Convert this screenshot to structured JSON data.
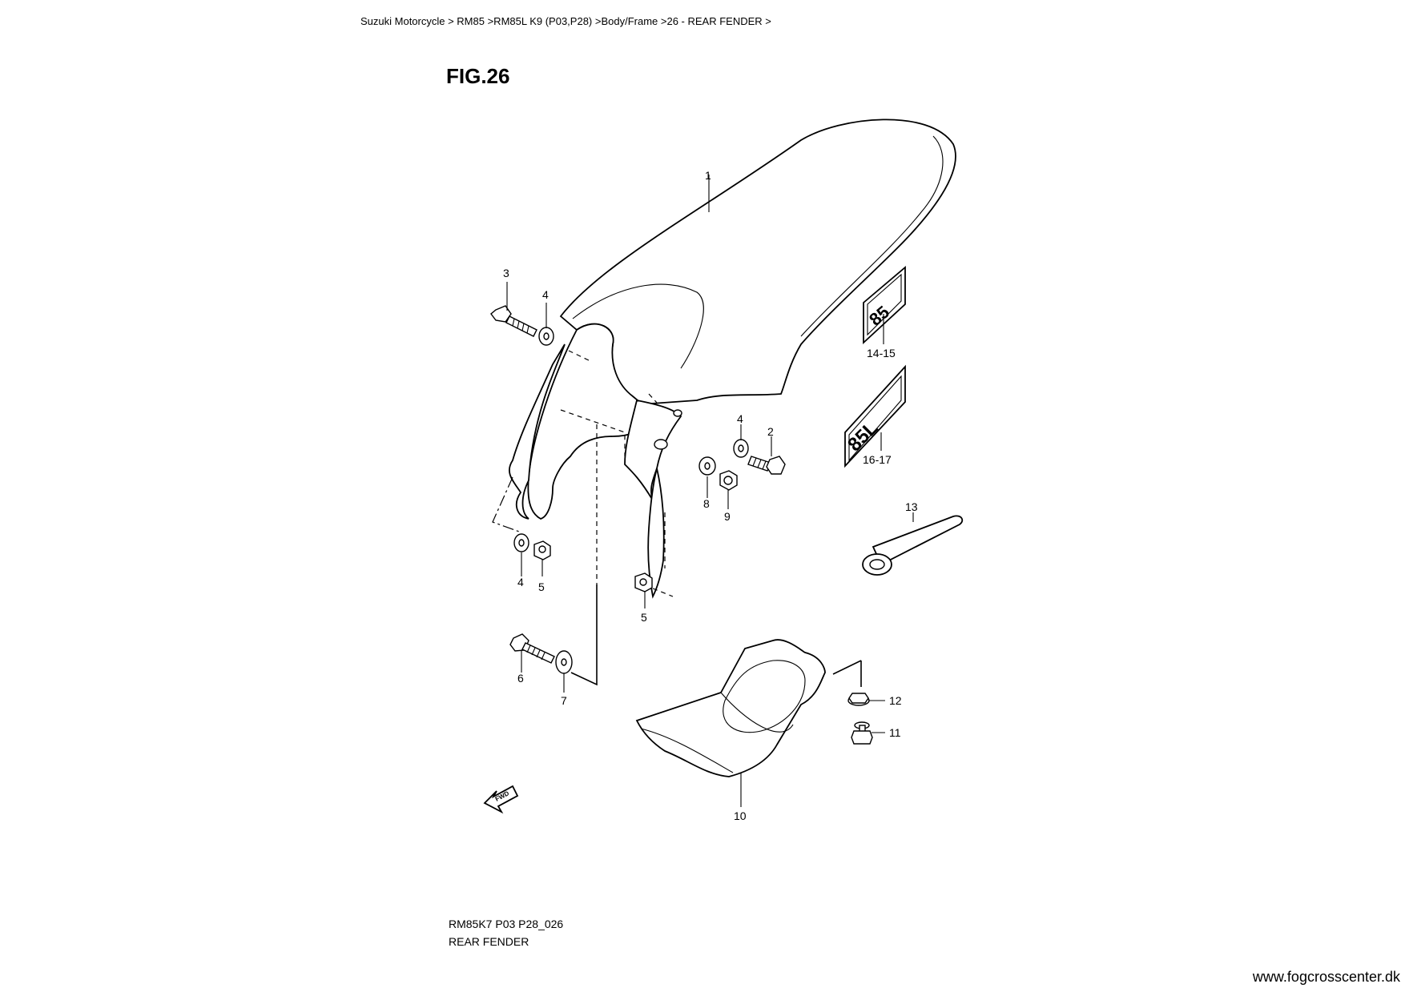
{
  "breadcrumb": "Suzuki Motorcycle > RM85 >RM85L K9 (P03,P28) >Body/Frame >26 - REAR FENDER >",
  "figure_title": "FIG.26",
  "footer": {
    "model_code": "RM85K7 P03 P28_026",
    "diagram_name": "REAR FENDER",
    "website": "www.fogcrosscenter.dk"
  },
  "fwd_label": "FWD",
  "callouts": [
    "1",
    "2",
    "3",
    "4",
    "4",
    "4",
    "5",
    "5",
    "6",
    "7",
    "8",
    "9",
    "10",
    "11",
    "12",
    "13",
    "14-15",
    "16-17"
  ]
}
